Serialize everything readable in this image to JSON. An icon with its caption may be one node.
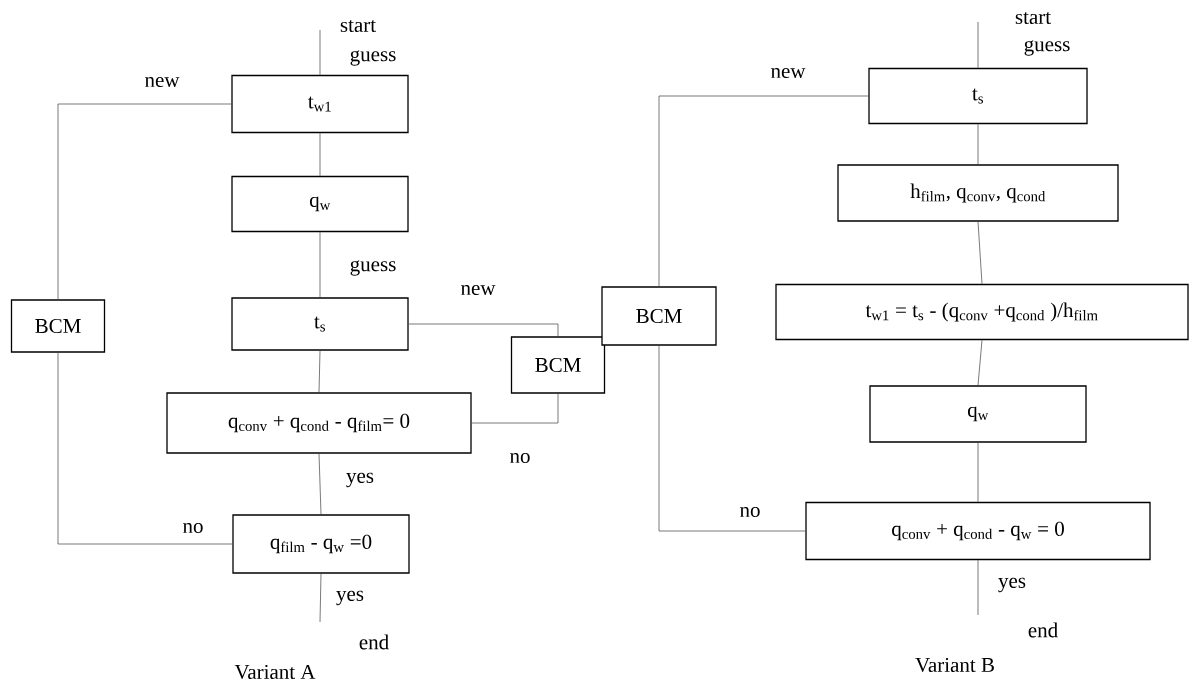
{
  "diagram": {
    "nodes": [
      {
        "text": [
          "t$_{w1}$"
        ],
        "beside": [
          "guess"
        ]
      },
      {
        "text": [
          "q$_{w}$"
        ]
      },
      {
        "text": [
          "t$_{s}$"
        ]
      },
      {
        "text": [
          "q$_{conv}$ + q$_{cond}$ - q$_{film}$= 0"
        ]
      },
      {
        "text": [
          "q$_{film}$ - q$_{w}$ =0"
        ]
      },
      {
        "text": [
          "BCM"
        ]
      },
      {
        "text": [
          "BCM"
        ]
      },
      {
        "text": [
          "t$_{s}$"
        ],
        "beside": [
          "guess"
        ]
      },
      {
        "text": [
          "h$_{film}$, q$_{conv}$, q$_{cond}$"
        ]
      },
      {
        "text": [
          "t$_{w1}$ = t$_{s}$ - (q$_{conv}$ +q$_{cond}$ )/h$_{film}$"
        ]
      },
      {
        "text": [
          "q$_{w}$"
        ]
      },
      {
        "text": [
          "q$_{conv}$ + q$_{cond}$ - q$_{w}$ = 0"
        ]
      },
      {
        "text": [
          "BCM"
        ]
      }
    ],
    "edges": [
      {
        "from": null,
        "to": 0,
        "arrow": "none",
        "label": "start"
      },
      {
        "from": 0,
        "to": 1,
        "arrow": "none"
      },
      {
        "from": 1,
        "to": 2,
        "arrow": "none",
        "label": "guess"
      },
      {
        "from": 2,
        "to": 3,
        "arrow": "none"
      },
      {
        "from": 3,
        "to": 4,
        "arrow": "none",
        "label": "yes"
      },
      {
        "from": 4,
        "to": null,
        "arrow": "none",
        "label": "yes"
      },
      {
        "from": 4,
        "to": 5,
        "arrow": "none",
        "label": "no"
      },
      {
        "from": 5,
        "to": 0,
        "arrow": "none",
        "label": "new"
      },
      {
        "from": 3,
        "to": 6,
        "arrow": "none",
        "label": "no"
      },
      {
        "from": 6,
        "to": 2,
        "arrow": "none",
        "label": "new"
      },
      {
        "from": null,
        "to": 7,
        "arrow": "none",
        "label": "start"
      },
      {
        "from": 7,
        "to": 8,
        "arrow": "none"
      },
      {
        "from": 8,
        "to": 9,
        "arrow": "none"
      },
      {
        "from": 9,
        "to": 10,
        "arrow": "none"
      },
      {
        "from": 10,
        "to": 11,
        "arrow": "none"
      },
      {
        "from": 11,
        "to": null,
        "arrow": "none",
        "label": "yes"
      },
      {
        "from": 11,
        "to": 12,
        "arrow": "none",
        "label": "no"
      },
      {
        "from": 12,
        "to": 7,
        "arrow": "none",
        "label": "new"
      }
    ],
    "labels": [
      "end",
      "Variant A",
      "end",
      "Variant B"
    ]
  }
}
